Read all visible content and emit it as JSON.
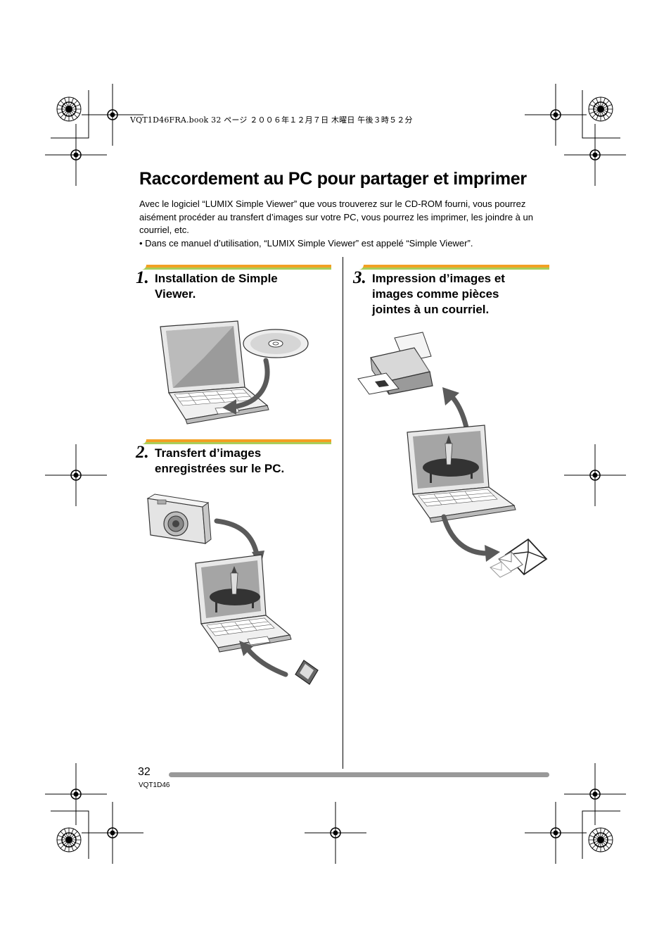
{
  "header": {
    "print_line": "VQT1D46FRA.book  32 ページ  ２００６年１２月７日  木曜日  午後３時５２分"
  },
  "title": "Raccordement au PC pour partager et imprimer",
  "intro": {
    "paragraph": "Avec le logiciel “LUMIX Simple Viewer” que vous trouverez sur le CD-ROM fourni, vous pourrez aisément procéder au transfert d’images sur votre PC, vous pourrez les imprimer, les joindre à un courriel, etc.",
    "bullet": "• Dans ce manuel d’utilisation, “LUMIX Simple Viewer” est appelé “Simple Viewer”."
  },
  "steps": [
    {
      "number": "1.",
      "line1": "Installation de Simple",
      "line2": "Viewer.",
      "line3": ""
    },
    {
      "number": "2.",
      "line1": "Transfert d’images",
      "line2": "enregistrées sur le PC.",
      "line3": ""
    },
    {
      "number": "3.",
      "line1": "Impression d’images et",
      "line2": "images comme pièces",
      "line3": "jointes à un courriel."
    }
  ],
  "footer": {
    "page_number": "32",
    "doc_code": "VQT1D46"
  },
  "colors": {
    "step_bar_orange": "#f2a024",
    "step_bar_green": "#a9ce5a",
    "footer_bar": "#999999",
    "arrow": "#5a5a5a"
  }
}
